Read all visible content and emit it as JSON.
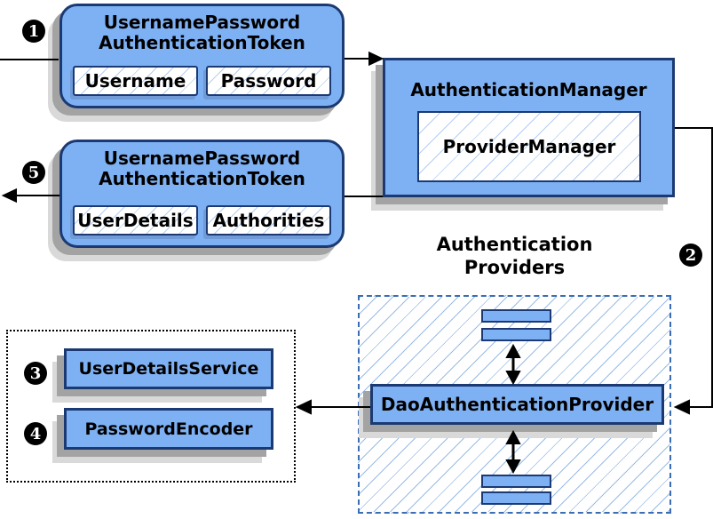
{
  "diagram": {
    "token_request": {
      "badge": "1",
      "title_line1": "UsernamePassword",
      "title_line2": "AuthenticationToken",
      "fields": [
        "Username",
        "Password"
      ]
    },
    "auth_manager": {
      "title": "AuthenticationManager",
      "inner": "ProviderManager"
    },
    "token_response": {
      "badge": "5",
      "title_line1": "UsernamePassword",
      "title_line2": "AuthenticationToken",
      "fields": [
        "UserDetails",
        "Authorities"
      ]
    },
    "providers": {
      "badge": "2",
      "label_line1": "Authentication",
      "label_line2": "Providers",
      "main": "DaoAuthenticationProvider"
    },
    "services": {
      "user_details_service": {
        "badge": "3",
        "label": "UserDetailsService"
      },
      "password_encoder": {
        "badge": "4",
        "label": "PasswordEncoder"
      }
    },
    "colors": {
      "node_fill": "#7eb1f3",
      "node_border": "#1b3a73",
      "dashed_border": "#3a6db4",
      "hatch_line": "#9fc4ee",
      "connector": "#000000",
      "shadow_dark": "#a3a3a3",
      "shadow_light": "#d9d9d9"
    }
  }
}
